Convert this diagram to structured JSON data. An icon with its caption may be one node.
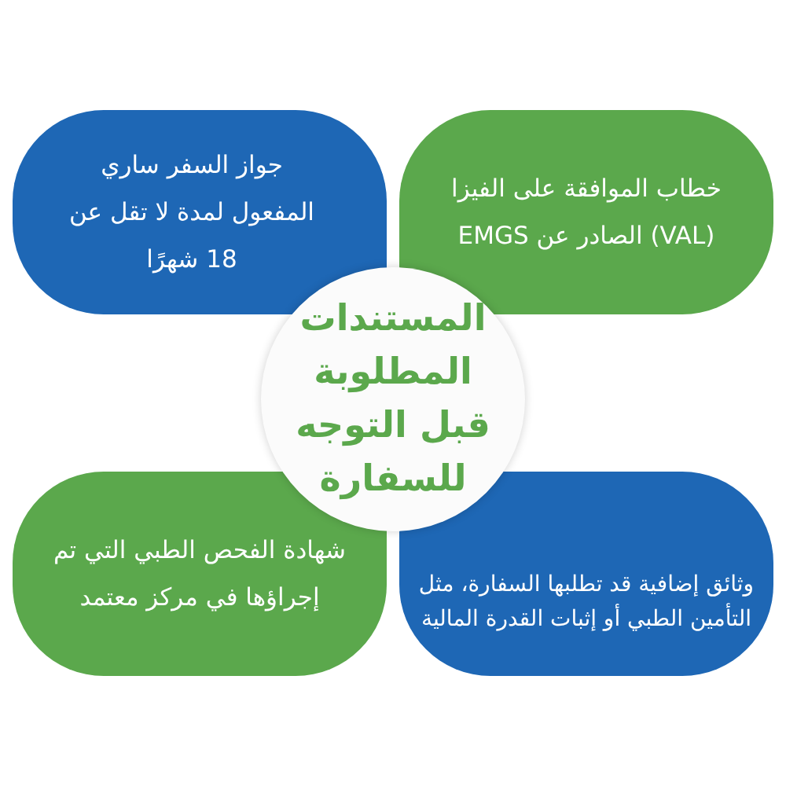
{
  "diagram": {
    "nodes": [
      {
        "text": [
          "المستندات المطلوبة قبل التوجه للسفارة"
        ]
      },
      {
        "text": [
          "خطاب الموافقة على الفيزا (VAL) الصادر عن EMGS"
        ]
      },
      {
        "text": [
          "جواز السفر ساري المفعول لمدة لا تقل عن 18 شهرًا"
        ]
      },
      {
        "text": [
          "وثائق إضافية قد تطلبها السفارة، مثل التأمين الطبي أو إثبات القدرة المالية"
        ]
      },
      {
        "text": [
          "شهادة الفحص الطبي التي تم إجراؤها في مركز معتمد"
        ]
      }
    ]
  }
}
